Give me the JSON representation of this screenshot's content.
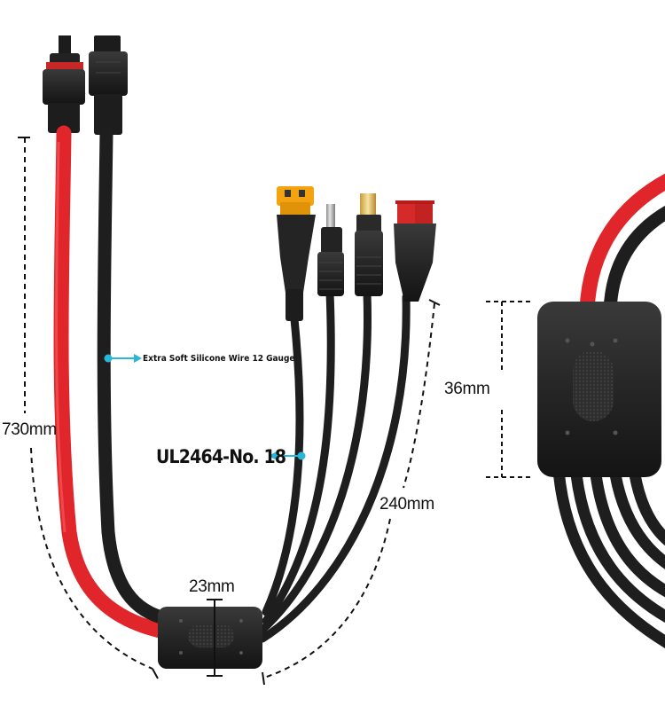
{
  "labels": {
    "length_total": "730mm",
    "length_branch": "240mm",
    "hub_height_closeup": "36mm",
    "hub_width": "23mm",
    "wire_spec": "Extra Soft Silicone Wire 12 Gauge",
    "branch_wire_spec": "UL2464-No. 18"
  },
  "colors": {
    "background": "#ffffff",
    "wire_red": "#e0262b",
    "wire_black": "#1e1e1e",
    "connector_yellow": "#f2a30f",
    "connector_red": "#d42a2a",
    "pointer_cyan": "#29b6d8"
  }
}
